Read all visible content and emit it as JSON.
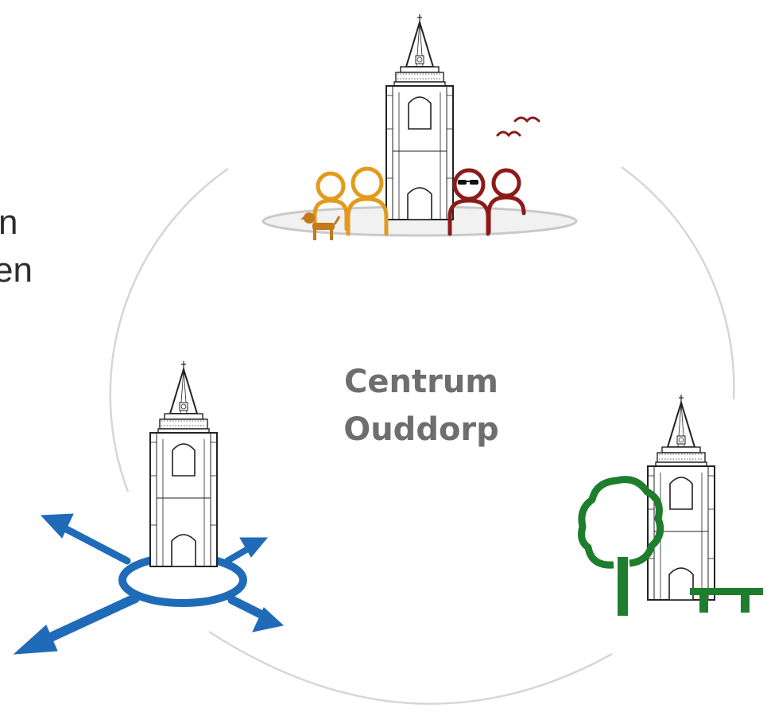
{
  "text_fragments": [
    "n",
    "en"
  ],
  "center_label": {
    "line1": "Centrum",
    "line2": "Ouddorp"
  },
  "colors": {
    "ring": "#d6d6d6",
    "tower_line": "#222222",
    "people_orange": "#e39a1b",
    "dog": "#c27a1a",
    "people_red": "#8c1a1a",
    "roads_blue": "#1f6bb8",
    "nature_green": "#1f7d2e",
    "center_text": "#6e6e6e"
  },
  "icons": {
    "tower": "church-tower-icon",
    "people": "people-icon",
    "roads": "roundabout-arrows-icon",
    "nature": "tree-bench-icon",
    "birds": "birds-icon",
    "dog": "dog-icon"
  }
}
